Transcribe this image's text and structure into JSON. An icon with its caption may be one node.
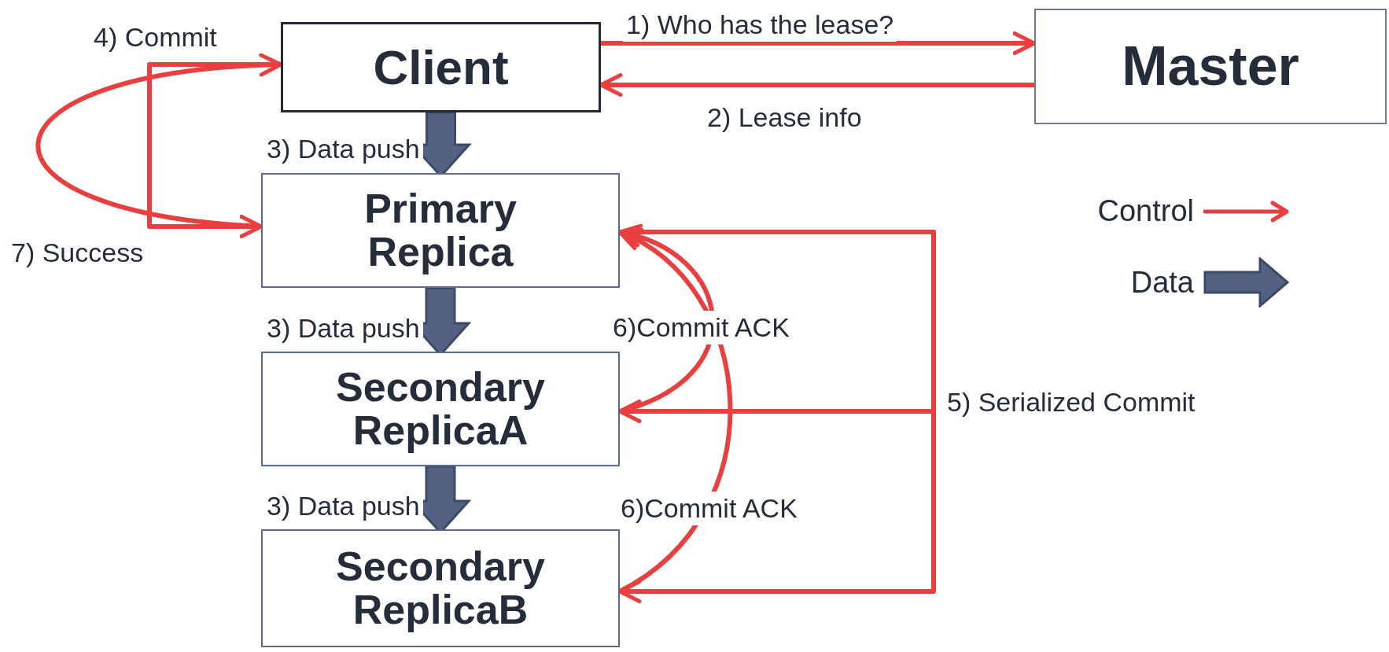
{
  "diagram": {
    "nodes": [
      {
        "text": [
          "Client"
        ]
      },
      {
        "text": [
          "Master"
        ]
      },
      {
        "text": [
          "Primary Replica"
        ]
      },
      {
        "text": [
          "Secondary ReplicaA"
        ]
      },
      {
        "text": [
          "Secondary ReplicaB"
        ]
      }
    ],
    "edges": [
      {
        "from": 0,
        "to": 1,
        "arrow": "to",
        "label": "1) Who has the lease?"
      },
      {
        "from": 1,
        "to": 0,
        "arrow": "to",
        "label": "2) Lease info"
      },
      {
        "from": 0,
        "to": 2,
        "arrow": "to",
        "label": "3) Data push",
        "style": "thick",
        "color": "#536283"
      },
      {
        "from": 2,
        "to": 3,
        "arrow": "to",
        "label": "3) Data push",
        "style": "thick",
        "color": "#536283"
      },
      {
        "from": 3,
        "to": 4,
        "arrow": "to",
        "label": "3) Data push",
        "style": "thick",
        "color": "#536283"
      },
      {
        "from": 0,
        "to": 2,
        "arrow": "to",
        "label": "4) Commit"
      },
      {
        "from": 2,
        "to": 3,
        "arrow": "to",
        "label": "5) Serialized Commit"
      },
      {
        "from": 2,
        "to": 4,
        "arrow": "to"
      },
      {
        "from": 3,
        "to": 2,
        "arrow": "to",
        "label": "6)Commit ACK"
      },
      {
        "from": 4,
        "to": 2,
        "arrow": "to",
        "label": "6)Commit ACK"
      },
      {
        "from": 2,
        "to": 0,
        "arrow": "to",
        "label": "7) Success"
      }
    ],
    "legend": [
      {
        "text": "Control"
      },
      {
        "text": "Data"
      }
    ]
  }
}
